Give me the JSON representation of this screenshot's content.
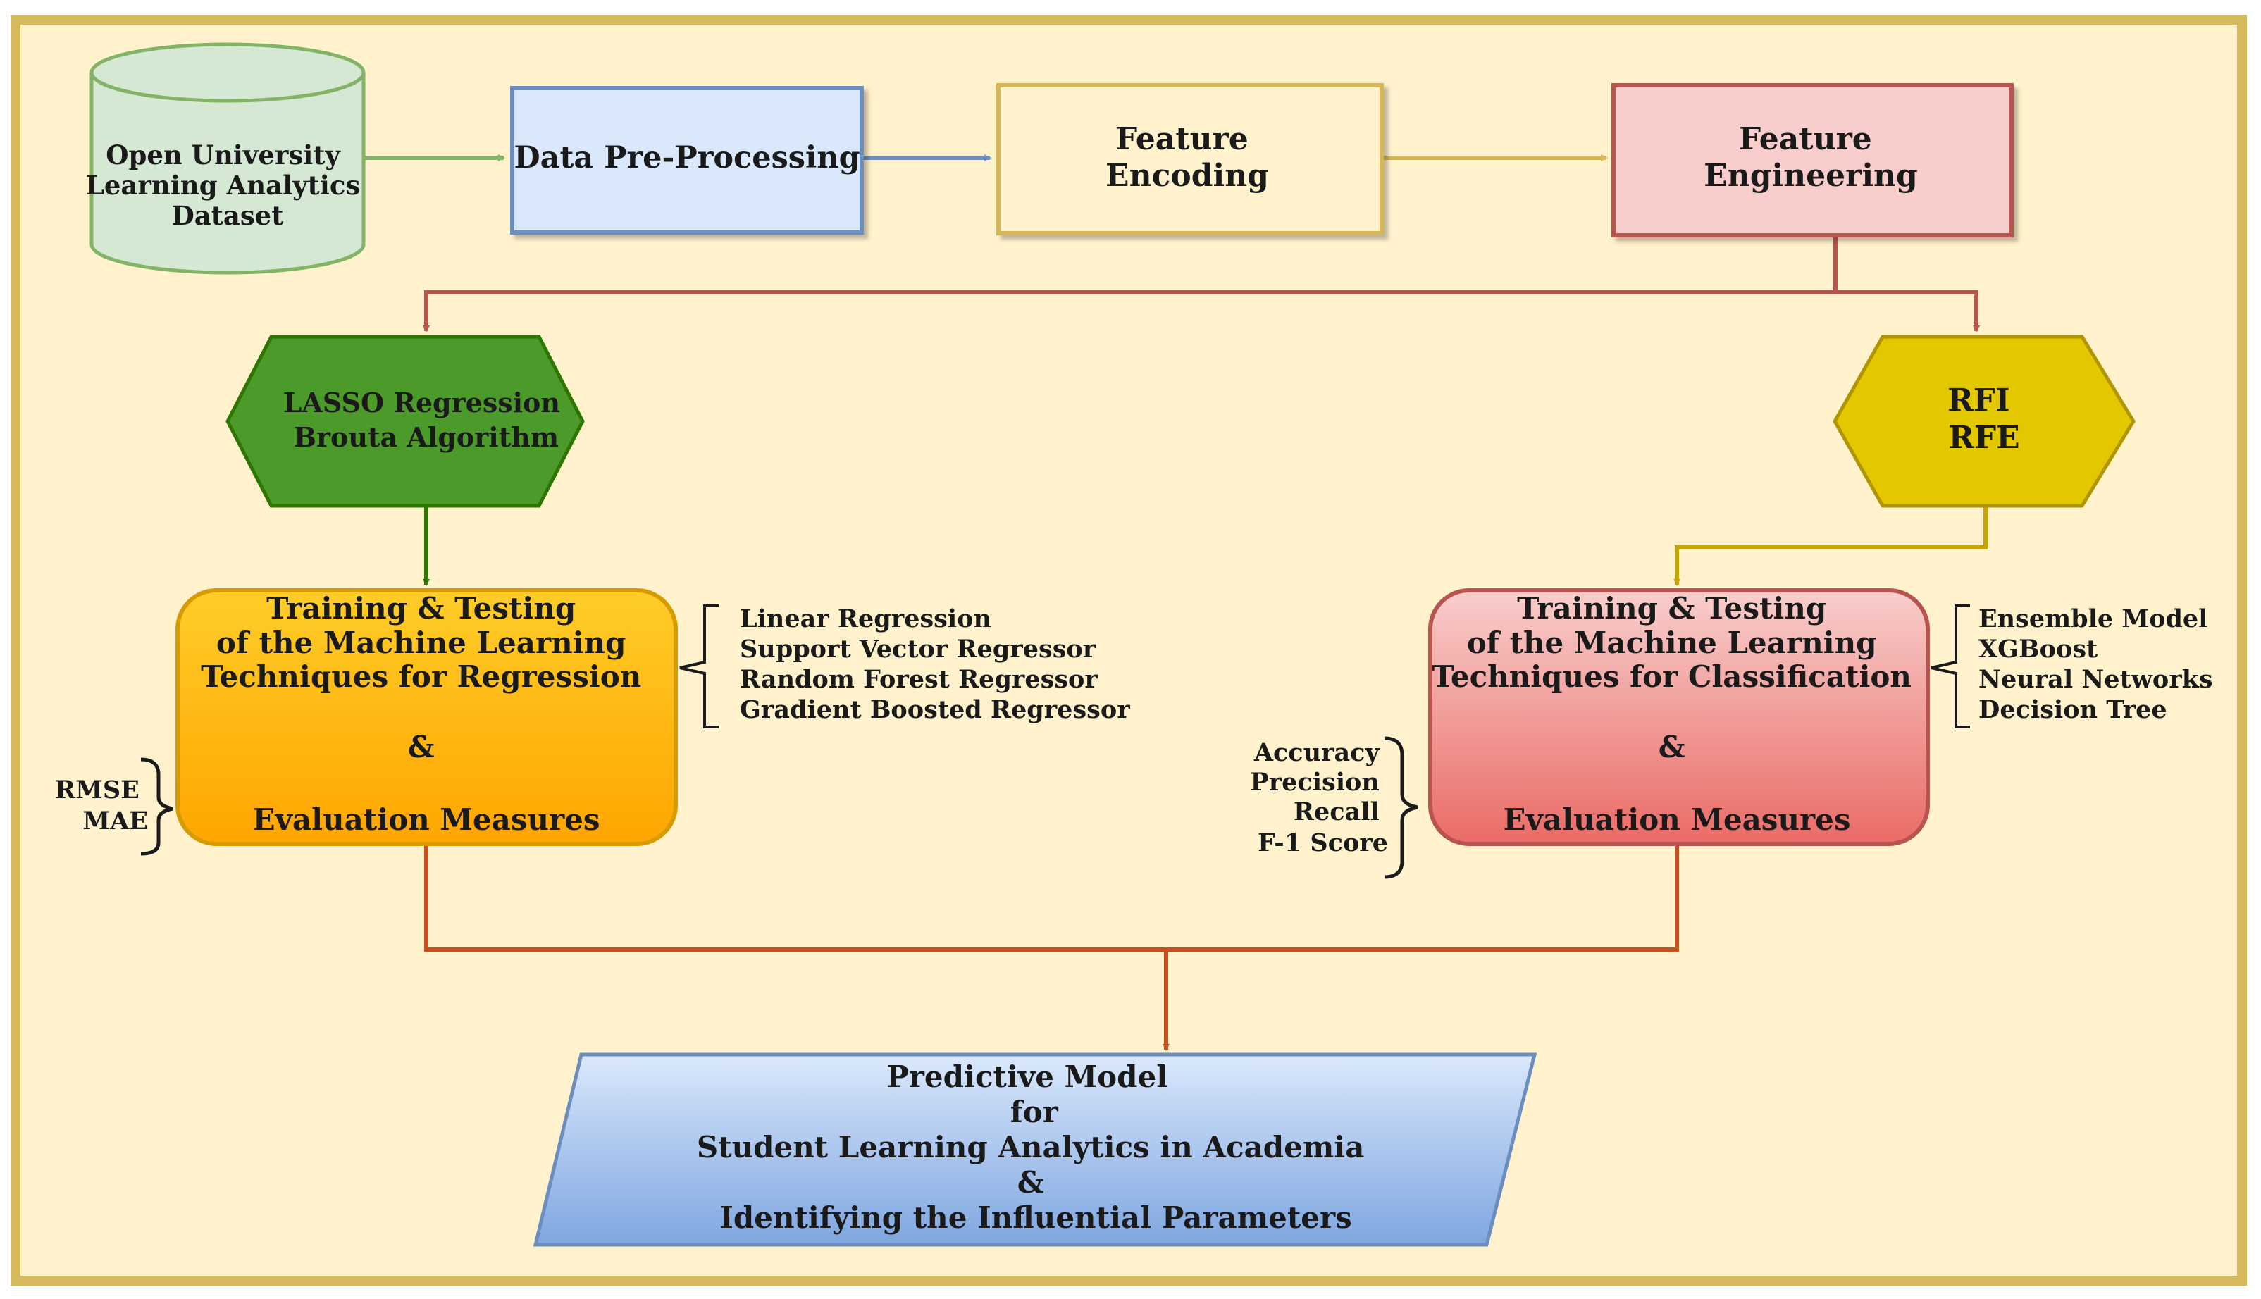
{
  "colors": {
    "frame_border": "#D6B95A",
    "frame_fill": "#FFF2CC",
    "dataset_fill": "#D5E8D4",
    "dataset_stroke": "#82B366",
    "preprocess_fill": "#DAE8FC",
    "preprocess_stroke": "#6C8EBF",
    "encoding_fill": "#FFF2CC",
    "encoding_stroke": "#D6B656",
    "engineering_fill": "#F8CECC",
    "engineering_stroke": "#B85450",
    "lasso_fill": "#4C9A2A",
    "rfi_fill": "#E3C800",
    "regression_fill_top": "#FFCD28",
    "regression_fill_bottom": "#FFA500",
    "classification_fill_top": "#F8CECC",
    "classification_fill_bottom": "#EA6B66",
    "output_fill_top": "#DAE8FC",
    "output_fill_bottom": "#7EA6E0"
  },
  "nodes": {
    "dataset": {
      "lines": [
        "Open University",
        "Learning Analytics",
        "Dataset"
      ]
    },
    "preprocess": {
      "lines": [
        "Data Pre-Processing"
      ]
    },
    "encoding": {
      "lines": [
        "Feature",
        "Encoding"
      ]
    },
    "engineering": {
      "lines": [
        "Feature",
        "Engineering"
      ]
    },
    "lasso": {
      "lines": [
        "LASSO Regression",
        "Brouta Algorithm"
      ]
    },
    "rfi": {
      "lines": [
        "RFI",
        "RFE"
      ]
    },
    "regression": {
      "lines": [
        "Training & Testing",
        "of the Machine Learning",
        "Techniques for Regression",
        "&",
        "Evaluation Measures"
      ]
    },
    "classification": {
      "lines": [
        "Training & Testing",
        "of the Machine Learning",
        "Techniques for Classification",
        "&",
        "Evaluation Measures"
      ]
    },
    "output": {
      "lines": [
        "Predictive Model",
        "for",
        "Student Learning Analytics in Academia",
        "&",
        "Identifying the Influential Parameters"
      ]
    }
  },
  "lists": {
    "regression_models": [
      "Linear Regression",
      "Support Vector Regressor",
      "Random Forest Regressor",
      "Gradient Boosted Regressor"
    ],
    "regression_metrics": [
      "RMSE",
      "MAE"
    ],
    "classification_models": [
      "Ensemble Model",
      "XGBoost",
      "Neural Networks",
      "Decision Tree"
    ],
    "classification_metrics": [
      "Accuracy",
      "Precision",
      "Recall",
      "F-1 Score"
    ]
  }
}
